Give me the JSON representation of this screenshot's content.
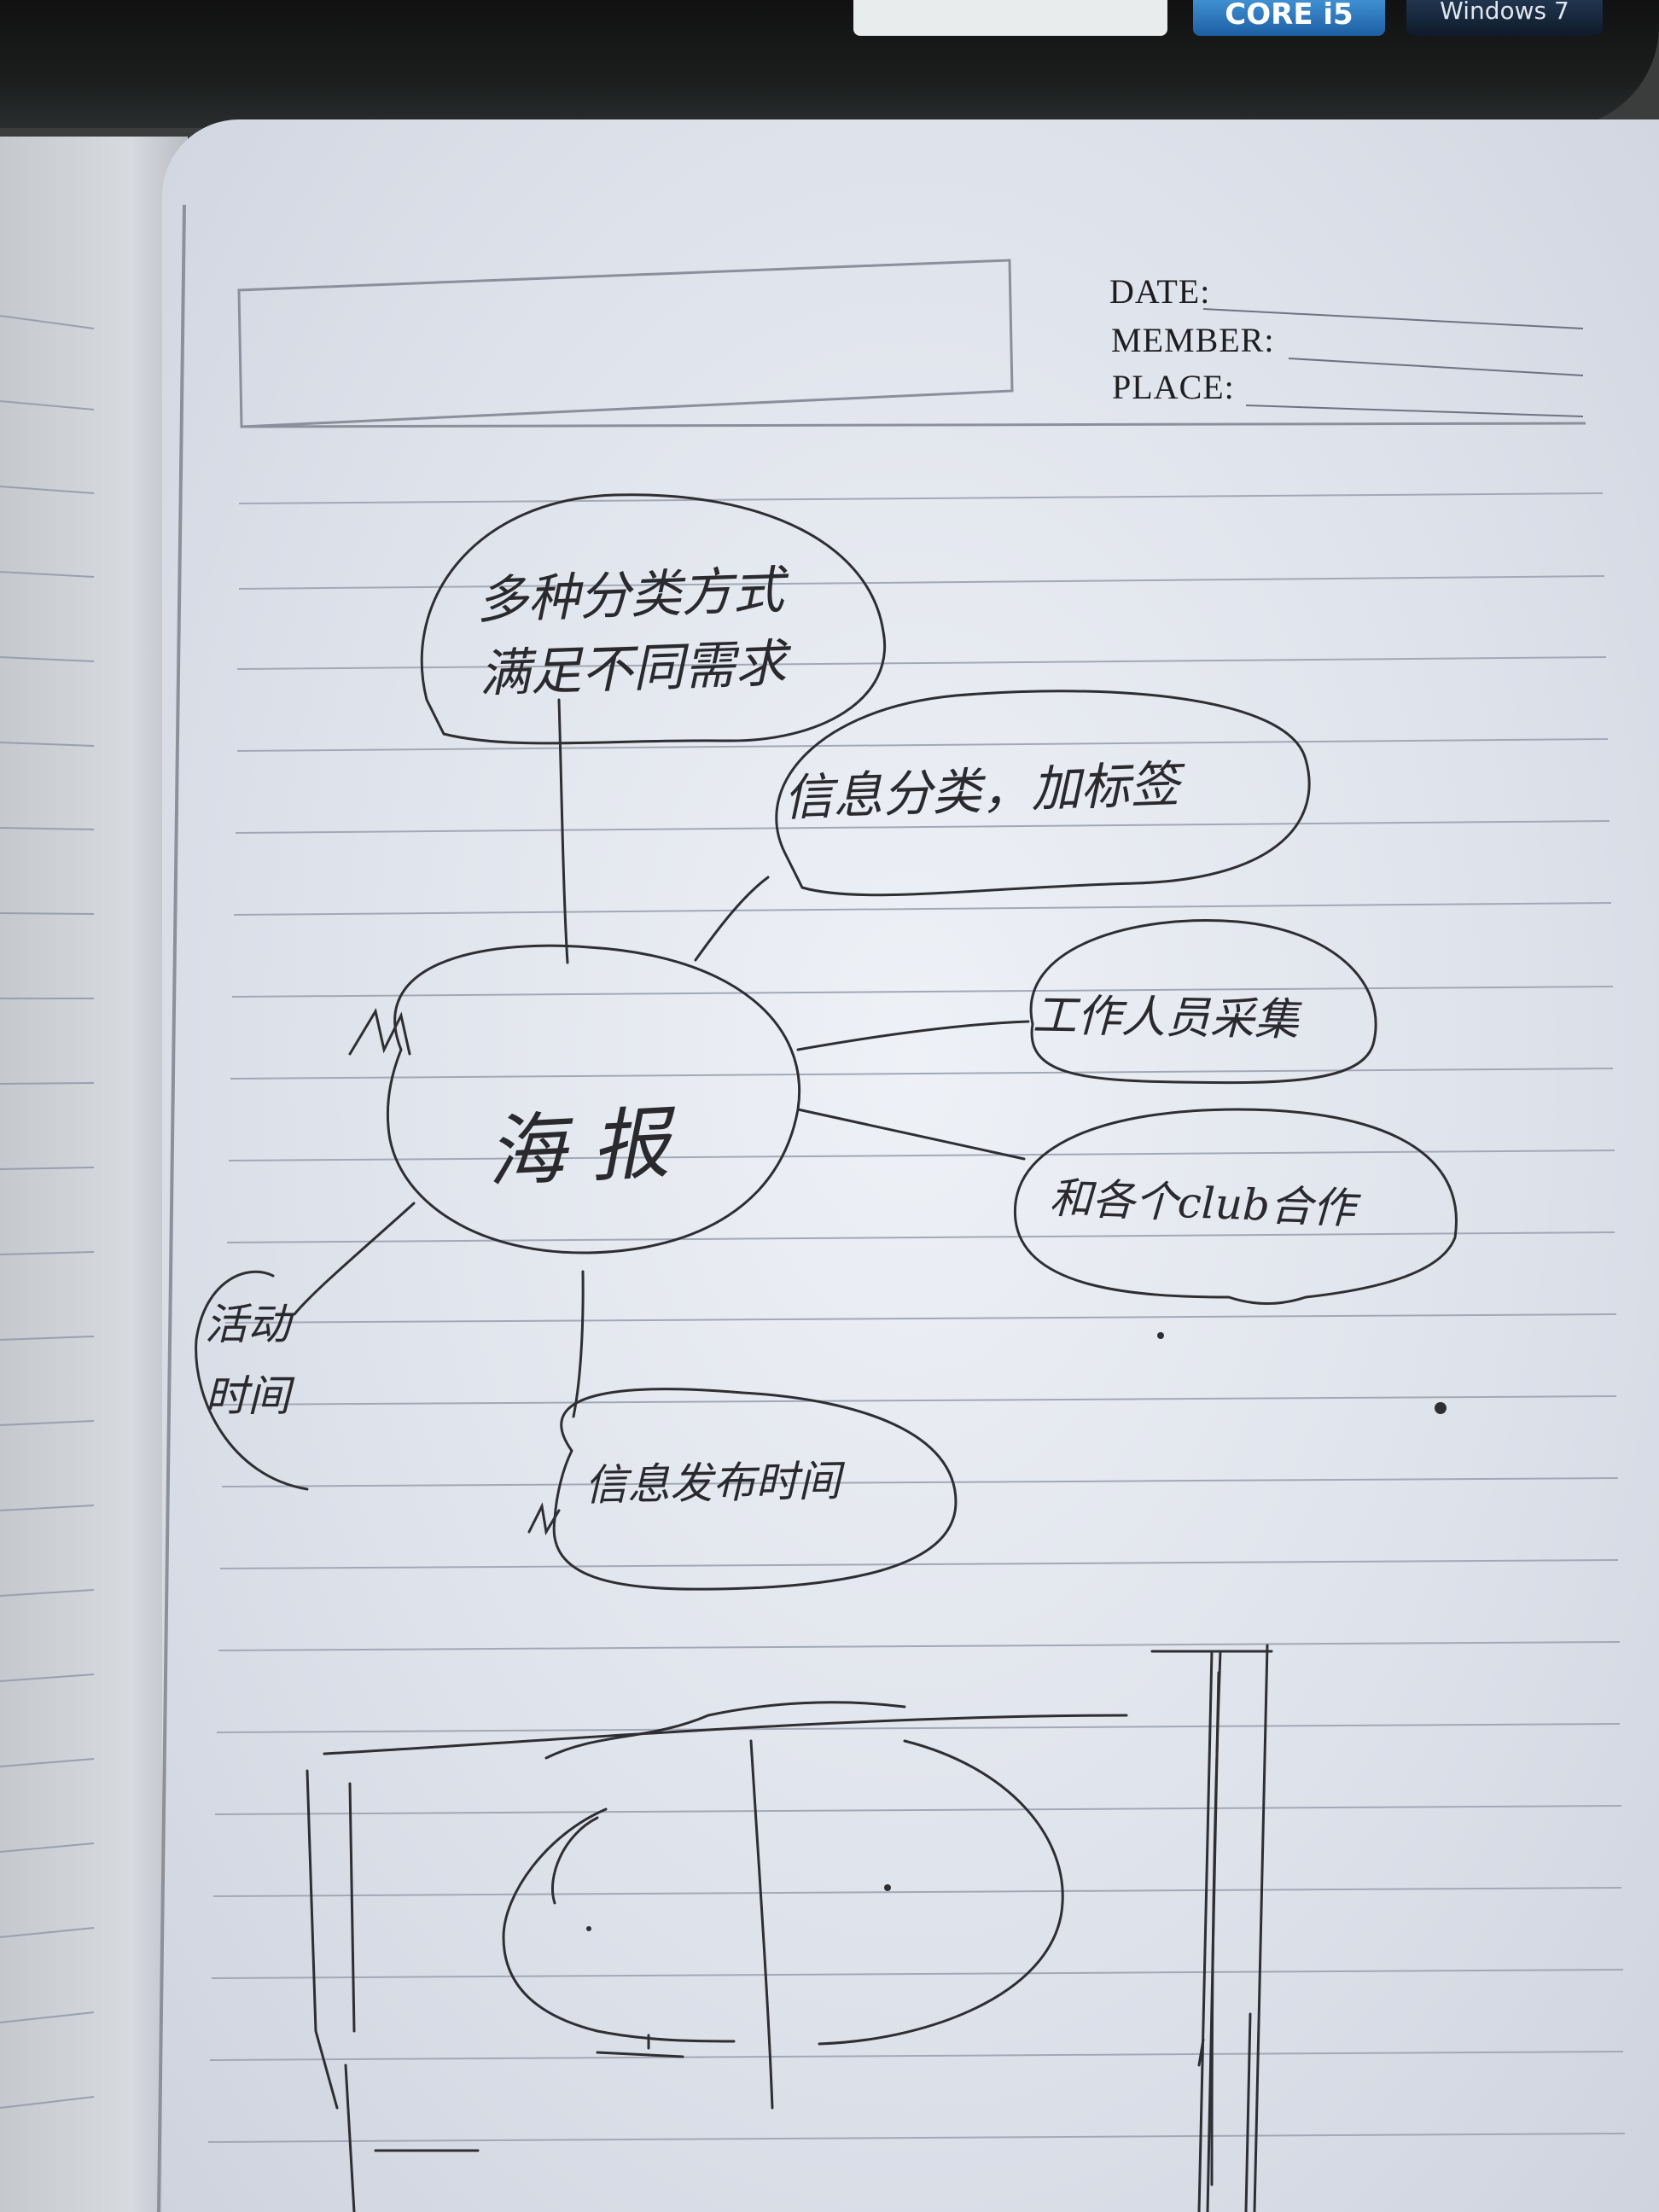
{
  "laptop": {
    "cpu_badge": "CORE i5",
    "os_badge": "Windows 7"
  },
  "notebook_header": {
    "date_label": "DATE:",
    "member_label": "MEMBER:",
    "place_label": "PLACE:"
  },
  "mindmap": {
    "center": "海报",
    "nodes": [
      "多种分类方式\n满足不同需求",
      "信息分类，加标签",
      "工作人员采集",
      "和各个club合作",
      "活动\n时间",
      "信息发布时间"
    ]
  },
  "colors": {
    "paper": "#e6e9f0",
    "ink": "#2a2a2e",
    "rule_line": "#9a9fae"
  }
}
